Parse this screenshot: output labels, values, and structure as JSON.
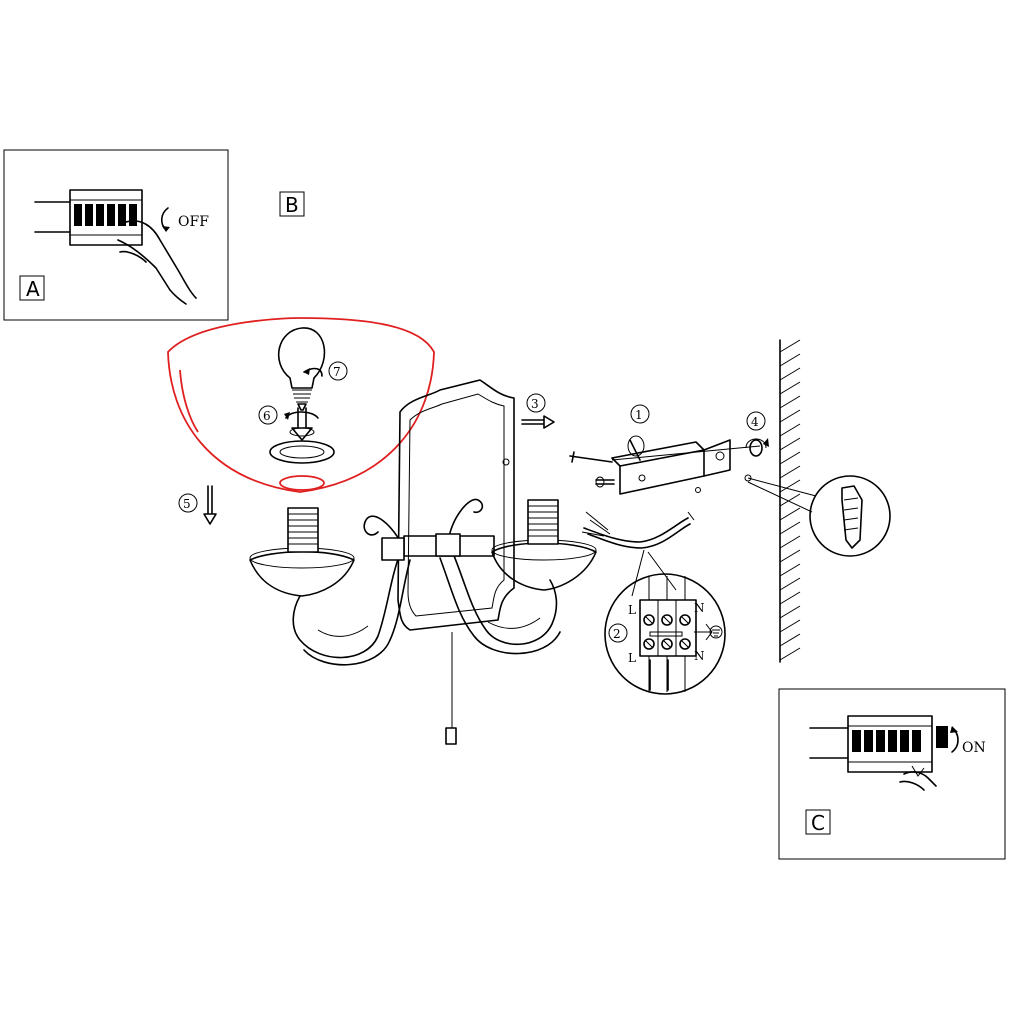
{
  "panels": {
    "a": {
      "letter": "A",
      "switch_label": "OFF"
    },
    "b": {
      "letter": "B"
    },
    "c": {
      "letter": "C",
      "switch_label": "ON"
    }
  },
  "steps": [
    "①",
    "②",
    "③",
    "④",
    "⑤",
    "⑥",
    "⑦"
  ],
  "terminal_labels": {
    "live": "L",
    "neutral": "N"
  },
  "colors": {
    "line": "#000000",
    "highlight": "#e02020",
    "background": "#ffffff"
  }
}
